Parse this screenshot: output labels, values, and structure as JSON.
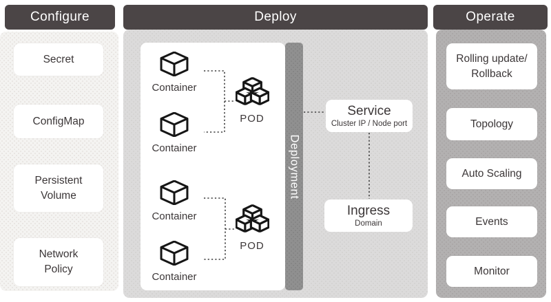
{
  "configure": {
    "title": "Configure",
    "items": [
      {
        "label": "Secret"
      },
      {
        "label": "ConfigMap"
      },
      {
        "label": "Persistent\nVolume"
      },
      {
        "label": "Network\nPolicy"
      }
    ]
  },
  "deploy": {
    "title": "Deploy",
    "containers": [
      "Container",
      "Container",
      "Container",
      "Container"
    ],
    "pods": [
      "POD",
      "POD"
    ],
    "deployment_label": "Deployment",
    "service": {
      "title": "Service",
      "subtitle": "Cluster IP / Node port"
    },
    "ingress": {
      "title": "Ingress",
      "subtitle": "Domain"
    }
  },
  "operate": {
    "title": "Operate",
    "items": [
      {
        "label": "Rolling update/\nRollback"
      },
      {
        "label": "Topology"
      },
      {
        "label": "Auto Scaling"
      },
      {
        "label": "Events"
      },
      {
        "label": "Monitor"
      }
    ]
  },
  "colors": {
    "header_bg": "#4b4546",
    "header_text": "#ffffff",
    "configure_body": "#f4f3f1",
    "deploy_body": "#dcdbdb",
    "operate_body": "#b3b1b1",
    "deployment_bar": "#909090",
    "card_bg": "#ffffff",
    "text": "#3b3637",
    "icon_stroke": "#161616"
  }
}
